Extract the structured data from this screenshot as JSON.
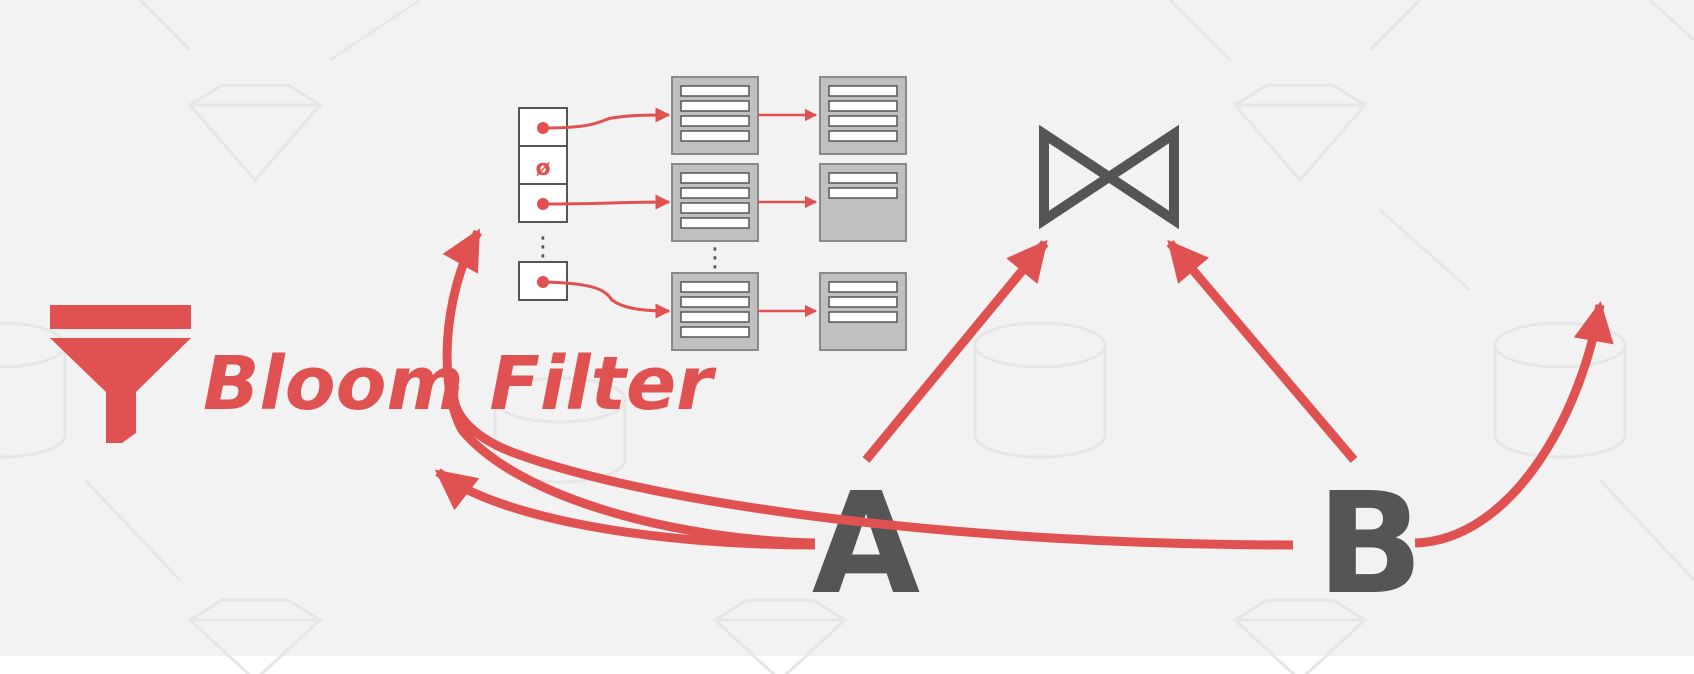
{
  "title": "Bloom Filter",
  "hash_table": {
    "null_slot_symbol": "ø",
    "ellipsis": "⋮"
  },
  "join_symbol": "⋈",
  "relations": {
    "left": "A",
    "right": "B"
  },
  "colors": {
    "accent": "#e05252",
    "dark": "#555555",
    "page_bg": "#f2f2f2",
    "bucket_fill": "#c0c0c0",
    "bucket_stroke": "#8a8a8a",
    "watermark": "#e6e6e6"
  },
  "icons": [
    "funnel-icon",
    "join-bowtie-icon"
  ]
}
